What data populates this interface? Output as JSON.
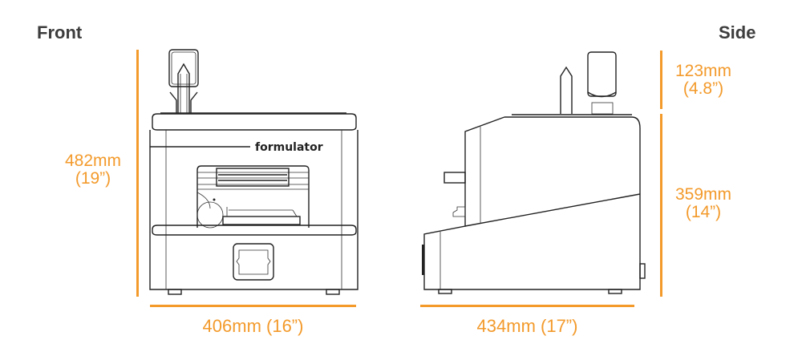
{
  "views": {
    "front": {
      "title": "Front",
      "brand_label": "formulator",
      "height_dim": {
        "mm": "482mm",
        "inch": "(19”)"
      },
      "width_dim": {
        "label": "406mm (16”)"
      }
    },
    "side": {
      "title": "Side",
      "top_dim": {
        "mm": "123mm",
        "inch": "(4.8”)"
      },
      "body_dim": {
        "mm": "359mm",
        "inch": "(14”)"
      },
      "depth_dim": {
        "label": "434mm (17”)"
      }
    }
  },
  "colors": {
    "accent_orange": "#f39a2b",
    "title_gray": "#3d3d3d",
    "line_black": "#222222"
  }
}
